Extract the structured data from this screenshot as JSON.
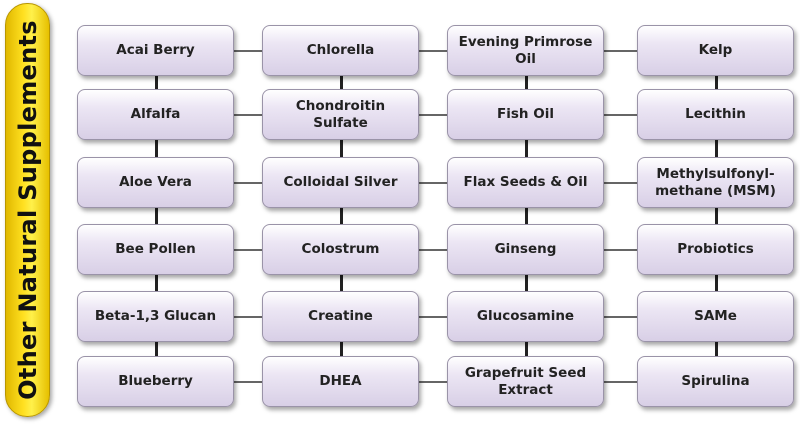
{
  "title": "Other Natural Supplements",
  "columns": [
    [
      "Acai Berry",
      "Alfalfa",
      "Aloe Vera",
      "Bee Pollen",
      "Beta-1,3 Glucan",
      "Blueberry"
    ],
    [
      "Chlorella",
      "Chondroitin Sulfate",
      "Colloidal Silver",
      "Colostrum",
      "Creatine",
      "DHEA"
    ],
    [
      "Evening Primrose Oil",
      "Fish Oil",
      "Flax Seeds & Oil",
      "Ginseng",
      "Glucosamine",
      "Grapefruit Seed Extract"
    ],
    [
      "Kelp",
      "Lecithin",
      "Methylsulfonyl-methane (MSM)",
      "Probiotics",
      "SAMe",
      "Spirulina"
    ]
  ]
}
